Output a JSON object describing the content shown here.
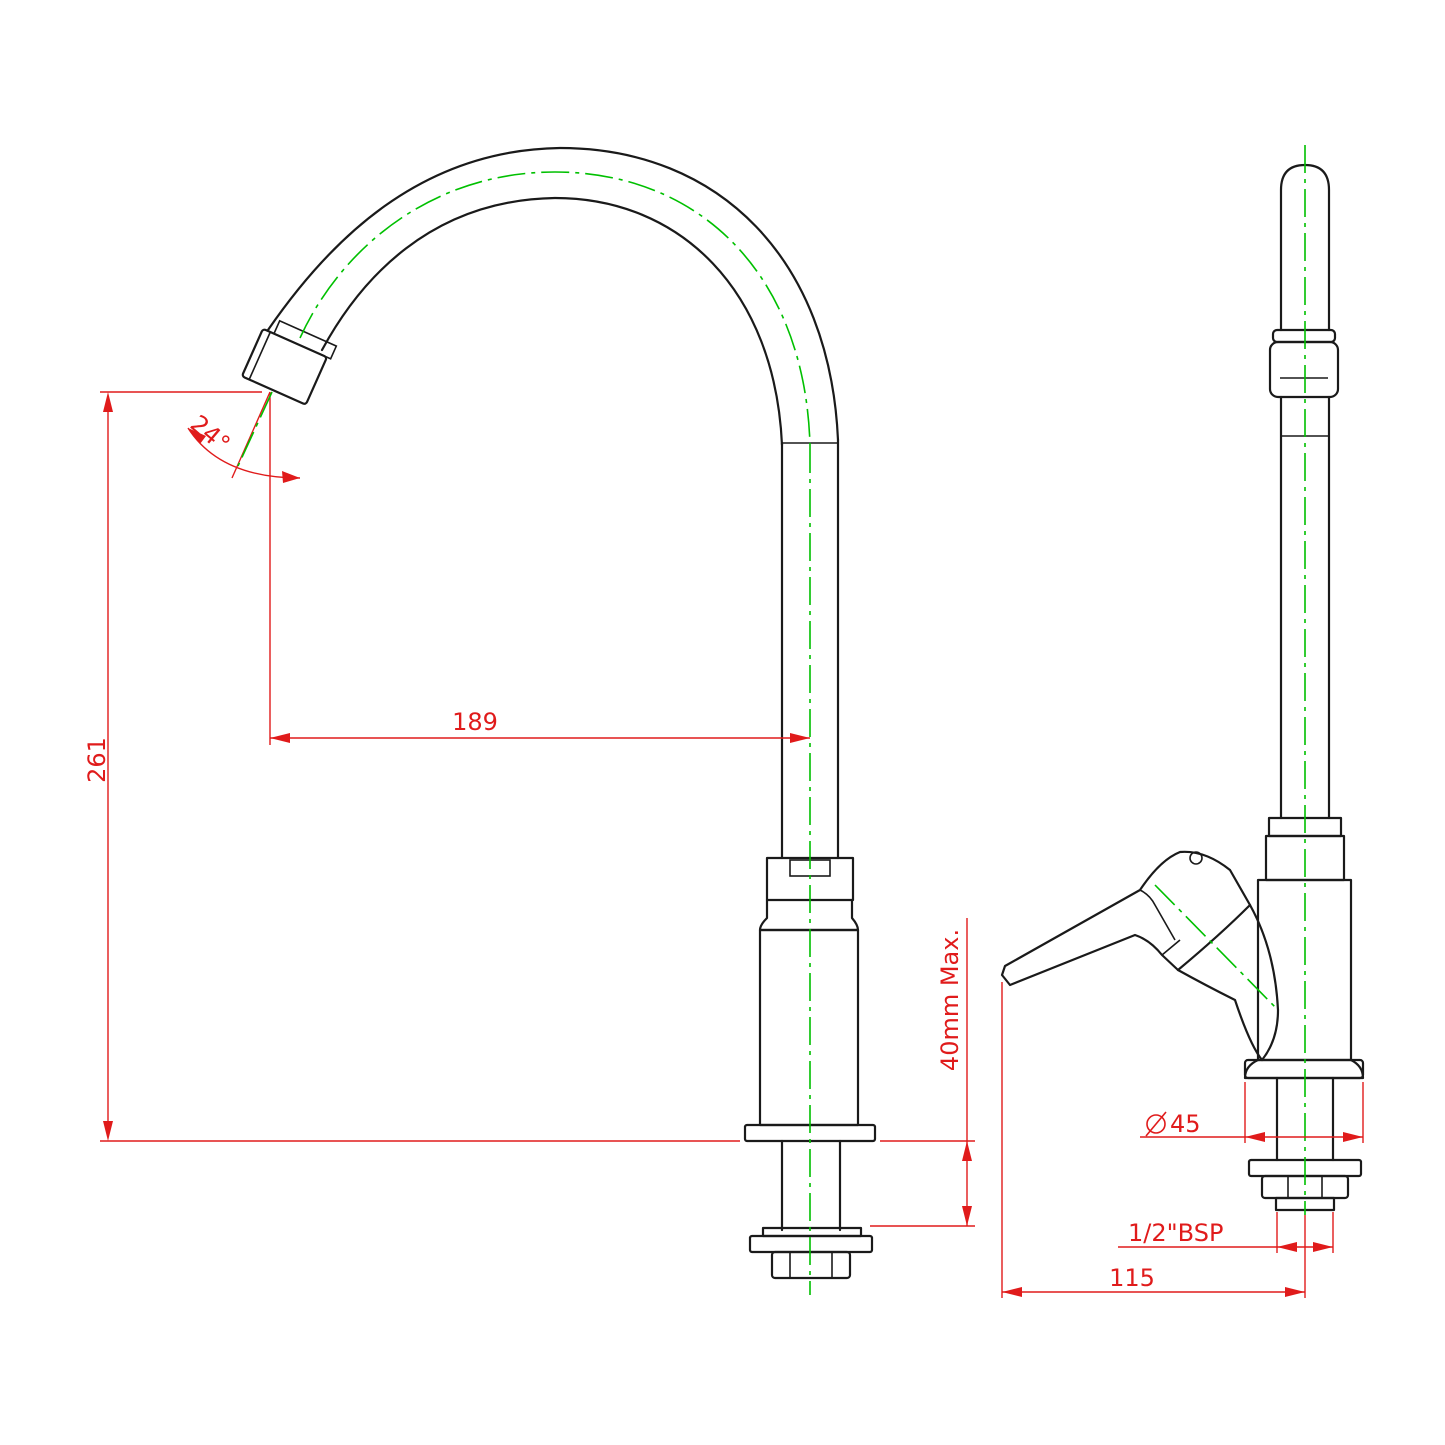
{
  "colors": {
    "outline": "#1a1a1a",
    "centerline": "#00c000",
    "dimension": "#e01b1b",
    "background": "#ffffff"
  },
  "dimensions": {
    "height": "261",
    "reach": "189",
    "angle": "24°",
    "max_deck": "40mm Max.",
    "base_diameter": "45",
    "thread": "1/2\"BSP",
    "lever_offset": "115"
  },
  "icons": {
    "diameter_symbol": "diameter-symbol-icon"
  }
}
